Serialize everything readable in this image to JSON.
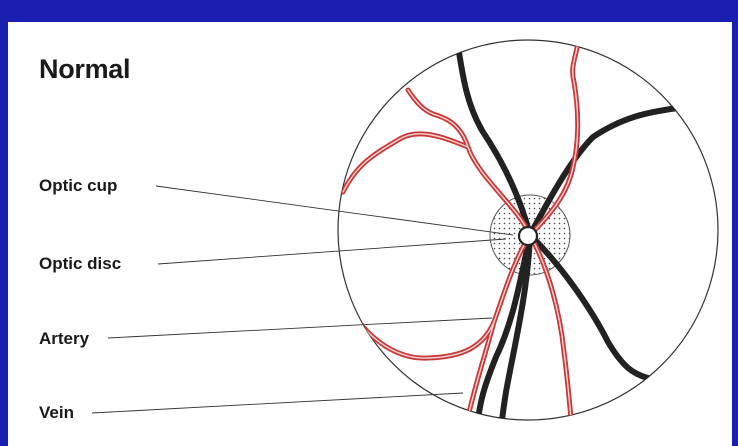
{
  "title": "Normal",
  "labels": {
    "optic_cup": "Optic cup",
    "optic_disc": "Optic disc",
    "artery": "Artery",
    "vein": "Vein"
  },
  "colors": {
    "background": "#1b1fb0",
    "artery": "#c8393a",
    "vein": "#222222",
    "outline": "#333333"
  }
}
